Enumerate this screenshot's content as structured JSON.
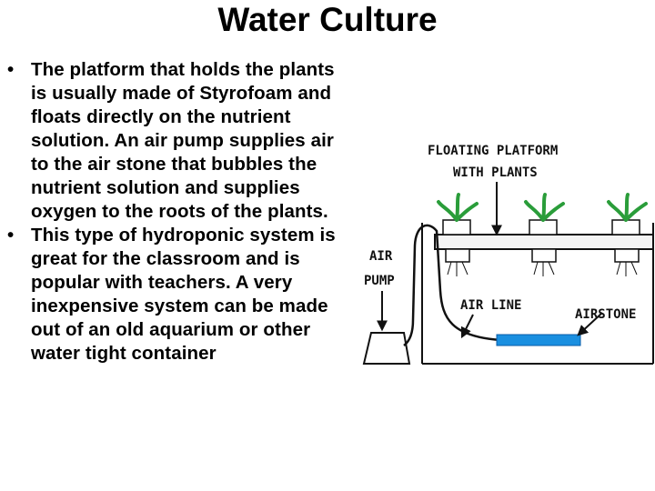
{
  "slide": {
    "title": "Water Culture",
    "bullet_glyph": "•",
    "bullets": [
      "The platform that holds the plants is usually made of Styrofoam and floats directly on the nutrient solution. An air pump supplies air to the air stone that bubbles the nutrient solution and supplies oxygen to the roots of the plants.",
      "This type of hydroponic system is great for the classroom and is popular with teachers. A very inexpensive system can be made out of an old aquarium or other water tight container"
    ]
  },
  "diagram": {
    "labels": {
      "platform_line1": "FLOATING PLATFORM",
      "platform_line2": "WITH PLANTS",
      "air_pump_line1": "AIR",
      "air_pump_line2": "PUMP",
      "air_line": "AIR LINE",
      "airstone": "AIRSTONE"
    },
    "colors": {
      "airstone": "#1a8fe0",
      "plants": "#2a9d3a",
      "outline": "#111111"
    }
  }
}
